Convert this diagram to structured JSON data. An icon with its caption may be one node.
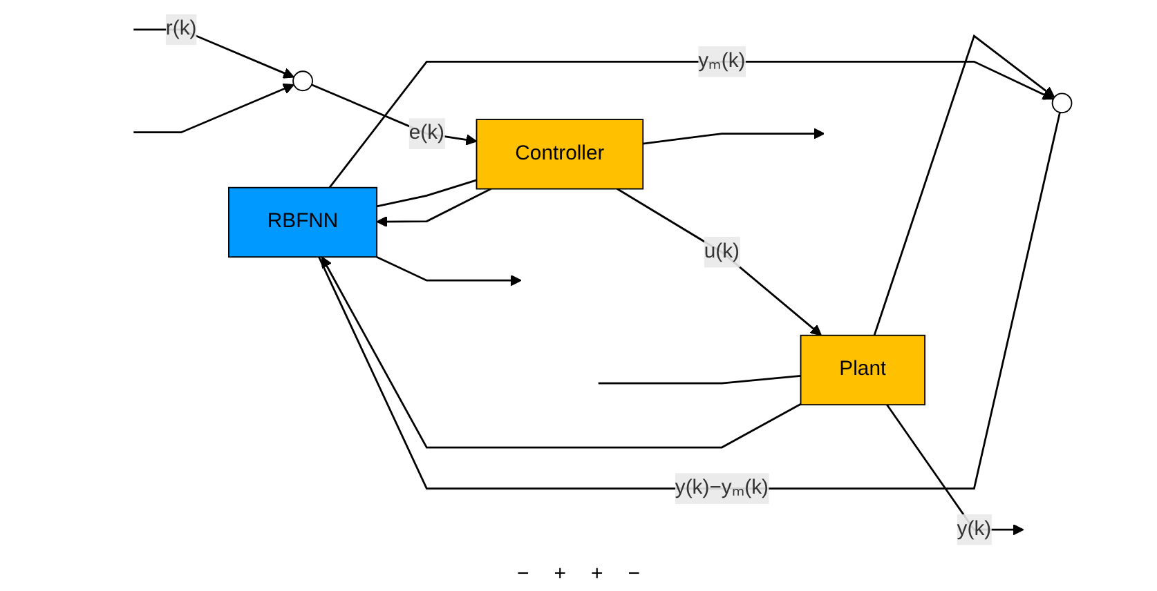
{
  "diagram": {
    "nodes": [
      {
        "text": [
          "RBFNN"
        ]
      },
      {
        "text": [
          "Controller"
        ]
      },
      {
        "text": [
          "Plant"
        ]
      },
      {
        "text": [],
        "shape": "circle"
      },
      {
        "text": [],
        "shape": "circle"
      }
    ],
    "edges": [
      {
        "from": null,
        "to": 3,
        "arrow": "to",
        "label": "r(k)"
      },
      {
        "from": 3,
        "to": 1,
        "arrow": "to",
        "label": "e(k)"
      },
      {
        "from": 1,
        "to": 2,
        "arrow": "to",
        "label": "u(k)"
      },
      {
        "from": 1,
        "to": 0,
        "arrow": "to"
      },
      {
        "from": null,
        "to": 2,
        "arrow": "none"
      },
      {
        "from": 2,
        "to": 0,
        "arrow": "to"
      },
      {
        "from": 2,
        "to": 4,
        "arrow": "to"
      },
      {
        "from": 0,
        "to": 4,
        "arrow": "to",
        "label": "yₘ(k)"
      },
      {
        "from": 4,
        "to": 0,
        "arrow": "none",
        "label": "y(k)−yₘ(k)"
      },
      {
        "from": 0,
        "to": 1,
        "arrow": "none"
      },
      {
        "from": 0,
        "to": null,
        "arrow": "to"
      },
      {
        "from": 1,
        "to": null,
        "arrow": "to"
      },
      {
        "from": null,
        "to": 3,
        "arrow": "to"
      },
      {
        "from": 2,
        "to": null,
        "arrow": "to",
        "label": "y(k)"
      }
    ],
    "labels": [
      "−",
      "+",
      "+",
      "−"
    ]
  }
}
